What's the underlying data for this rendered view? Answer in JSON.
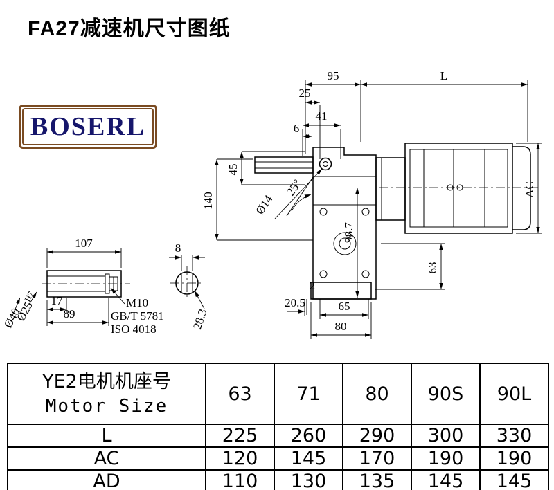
{
  "page": {
    "title": "FA27减速机尺寸图纸"
  },
  "logo": {
    "text": "BOSERL"
  },
  "drawing": {
    "dim_95": "95",
    "dim_L": "L",
    "dim_25": "25",
    "dim_41": "41",
    "dim_6": "6",
    "dim_45": "45",
    "dim_140": "140",
    "dim_hole": "Ø14",
    "dim_angle": "25°",
    "dim_98_7": "98.7",
    "dim_AC": "AC",
    "dim_63": "63",
    "dim_2": "2",
    "dim_20_5": "20.5",
    "dim_65": "65",
    "dim_80": "80",
    "dim_107": "107",
    "dim_8": "8",
    "dim_17": "17",
    "dim_89": "89",
    "bolt_label": "M10",
    "std_gb": "GB/T 5781",
    "std_iso": "ISO 4018",
    "dim_dia40": "Ø40",
    "dim_dia25": "Ø25",
    "dim_dia25_tol": "H7",
    "dim_28_3": "28.3"
  },
  "table": {
    "header_cn": "YE2电机机座号",
    "header_en": "Motor Size",
    "sizes": [
      "63",
      "71",
      "80",
      "90S",
      "90L"
    ],
    "rows": [
      {
        "label": "L",
        "values": [
          "225",
          "260",
          "290",
          "300",
          "330"
        ]
      },
      {
        "label": "AC",
        "values": [
          "120",
          "145",
          "170",
          "190",
          "190"
        ]
      },
      {
        "label": "AD",
        "values": [
          "110",
          "130",
          "135",
          "145",
          "145"
        ]
      }
    ]
  }
}
